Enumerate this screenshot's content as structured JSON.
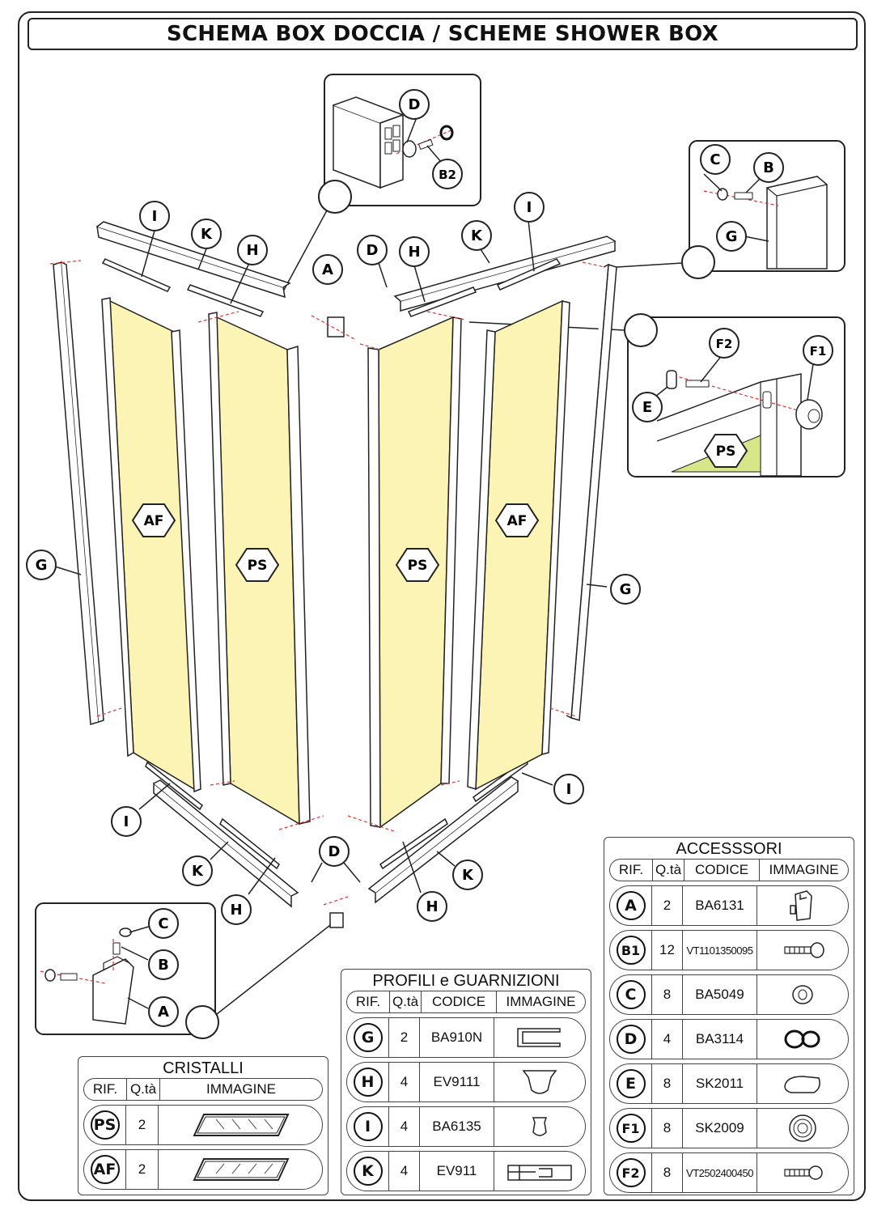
{
  "title": "SCHEMA BOX DOCCIA / SCHEME SHOWER BOX",
  "labels": {
    "A": "A",
    "B": "B",
    "B2": "B2",
    "C": "C",
    "D": "D",
    "E": "E",
    "F1": "F1",
    "F2": "F2",
    "G": "G",
    "H": "H",
    "I": "I",
    "K": "K",
    "PS": "PS",
    "AF": "AF"
  },
  "colors": {
    "glass": "#fbf4b4",
    "glass_detail": "#d8e68a",
    "line": "#222222"
  },
  "tables": {
    "cristalli": {
      "title": "CRISTALLI",
      "headers": [
        "RIF.",
        "Q.tà",
        "IMMAGINE"
      ],
      "rows": [
        {
          "rif": "PS",
          "qty": "2",
          "icon": "sliding-glass-icon"
        },
        {
          "rif": "AF",
          "qty": "2",
          "icon": "fixed-glass-icon"
        }
      ]
    },
    "profili": {
      "title": "PROFILI e GUARNIZIONI",
      "headers": [
        "RIF.",
        "Q.tà",
        "CODICE",
        "IMMAGINE"
      ],
      "rows": [
        {
          "rif": "G",
          "qty": "2",
          "code": "BA910N",
          "icon": "wall-profile-icon"
        },
        {
          "rif": "H",
          "qty": "4",
          "code": "EV9111",
          "icon": "gasket-h-icon"
        },
        {
          "rif": "I",
          "qty": "4",
          "code": "BA6135",
          "icon": "gasket-i-icon"
        },
        {
          "rif": "K",
          "qty": "4",
          "code": "EV911",
          "icon": "track-profile-icon"
        }
      ]
    },
    "accessori": {
      "title": "ACCESSSORI",
      "headers": [
        "RIF.",
        "Q.tà",
        "CODICE",
        "IMMAGINE"
      ],
      "rows": [
        {
          "rif": "A",
          "qty": "2",
          "code": "BA6131",
          "icon": "corner-bracket-icon"
        },
        {
          "rif": "B1",
          "qty": "12",
          "code": "VT1101350095",
          "icon": "screw-icon"
        },
        {
          "rif": "C",
          "qty": "8",
          "code": "BA5049",
          "icon": "cap-icon"
        },
        {
          "rif": "D",
          "qty": "4",
          "code": "BA3114",
          "icon": "washer-icon"
        },
        {
          "rif": "E",
          "qty": "8",
          "code": "SK2011",
          "icon": "plate-icon"
        },
        {
          "rif": "F1",
          "qty": "8",
          "code": "SK2009",
          "icon": "roller-icon"
        },
        {
          "rif": "F2",
          "qty": "8",
          "code": "VT2502400450",
          "icon": "bolt-icon"
        }
      ]
    }
  }
}
